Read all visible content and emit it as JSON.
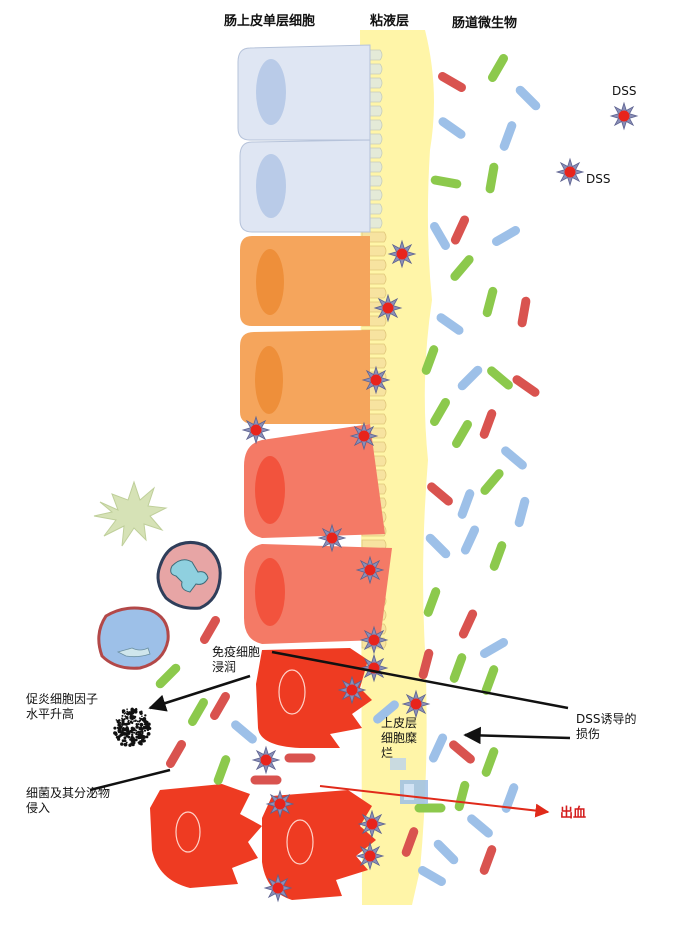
{
  "labels": {
    "epithelium": "肠上皮单层细胞",
    "mucus": "粘液层",
    "microbiota": "肠道微生物",
    "dss_1": "DSS",
    "dss_2": "DSS",
    "immune_line1": "免疫细胞",
    "immune_line2": "浸润",
    "cytokine_line1": "促炎细胞因子",
    "cytokine_line2": "水平升高",
    "bacteria_line1": "细菌及其分泌物",
    "bacteria_line2": "侵入",
    "erosion_line1": "上皮层",
    "erosion_line2": "细胞糜",
    "erosion_line3": "烂",
    "damage_line1": "DSS诱导的",
    "damage_line2": "损伤",
    "bleeding": "出血"
  },
  "colors": {
    "healthy_cell": "#dfe6f3",
    "mild_cell": "#f5a55c",
    "inflamed_cell": "#f47a66",
    "damaged_cell": "#ee3b22",
    "mucus": "#fff5a8",
    "bacteria_red": "#d9534f",
    "bacteria_green": "#8cc94c",
    "bacteria_blue": "#9dc0e8",
    "dss": "#e8241c",
    "bleeding_arrow": "#e02a1a"
  }
}
